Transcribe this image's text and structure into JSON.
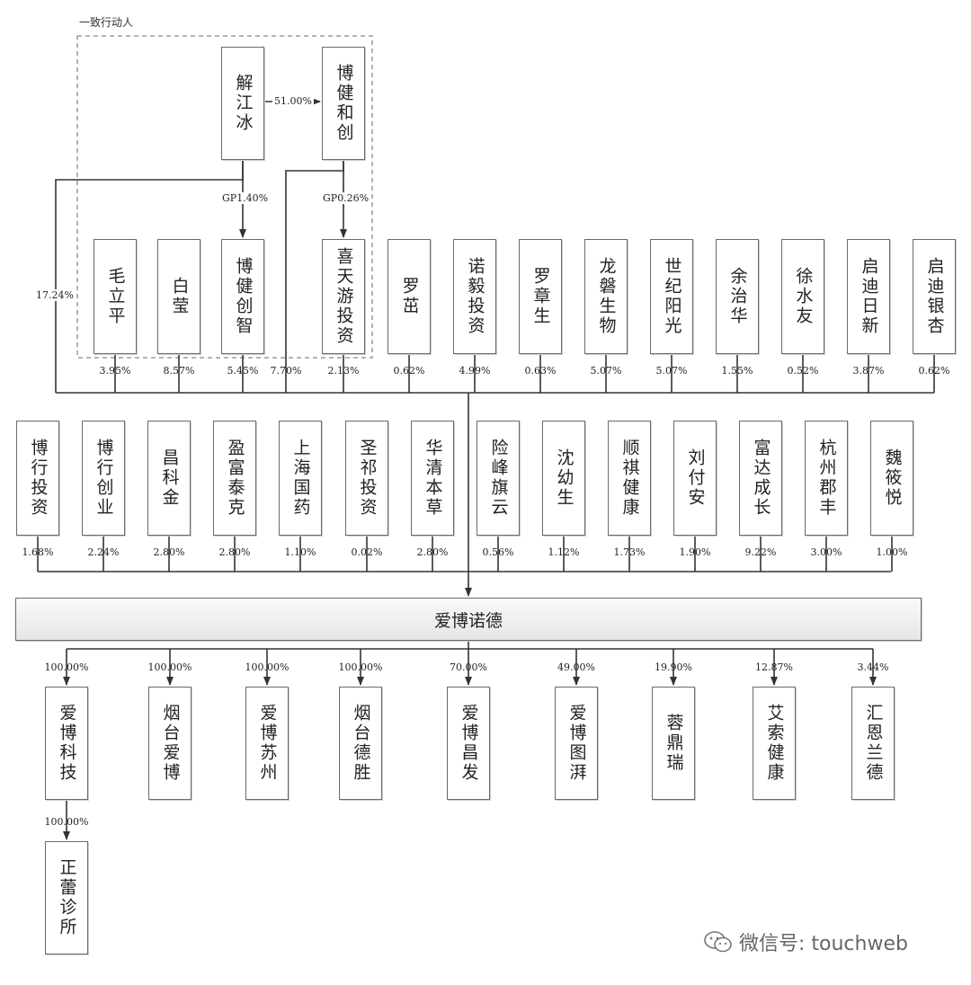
{
  "concert_label": "一致行动人",
  "main_company": "爱博诺德",
  "watermark": "微信号: touchweb",
  "top": {
    "xie": "解江冰",
    "bojian_hechuang": "博健和创",
    "xie_to_bojian": "51.00%",
    "gp_bojian_chuangzhi": "GP1.40%",
    "gp_xitian": "GP0.26%",
    "xie_direct": "17.24%",
    "bojian_hechuang_direct": "7.70%"
  },
  "row1": [
    {
      "name": "毛立平",
      "pct": "3.95%"
    },
    {
      "name": "白莹",
      "pct": "8.57%"
    },
    {
      "name": "博健创智",
      "pct": "5.45%"
    },
    {
      "name": "喜天游投资",
      "pct": "2.13%"
    },
    {
      "name": "罗茁",
      "pct": "0.62%"
    },
    {
      "name": "诺毅投资",
      "pct": "4.99%"
    },
    {
      "name": "罗章生",
      "pct": "0.63%"
    },
    {
      "name": "龙磐生物",
      "pct": "5.07%"
    },
    {
      "name": "世纪阳光",
      "pct": "5.07%"
    },
    {
      "name": "余治华",
      "pct": "1.55%"
    },
    {
      "name": "徐水友",
      "pct": "0.52%"
    },
    {
      "name": "启迪日新",
      "pct": "3.87%"
    },
    {
      "name": "启迪银杏",
      "pct": "0.62%"
    }
  ],
  "row2": [
    {
      "name": "博行投资",
      "pct": "1.68%"
    },
    {
      "name": "博行创业",
      "pct": "2.24%"
    },
    {
      "name": "昌科金",
      "pct": "2.80%"
    },
    {
      "name": "盈富泰克",
      "pct": "2.80%"
    },
    {
      "name": "上海国药",
      "pct": "1.10%"
    },
    {
      "name": "圣祁投资",
      "pct": "0.02%"
    },
    {
      "name": "华清本草",
      "pct": "2.80%"
    },
    {
      "name": "险峰旗云",
      "pct": "0.56%"
    },
    {
      "name": "沈幼生",
      "pct": "1.12%"
    },
    {
      "name": "顺祺健康",
      "pct": "1.73%"
    },
    {
      "name": "刘付安",
      "pct": "1.90%"
    },
    {
      "name": "富达成长",
      "pct": "9.22%"
    },
    {
      "name": "杭州郡丰",
      "pct": "3.00%"
    },
    {
      "name": "魏筱悦",
      "pct": "1.00%"
    }
  ],
  "subsidiaries": [
    {
      "name": "爱博科技",
      "pct": "100.00%"
    },
    {
      "name": "烟台爱博",
      "pct": "100.00%"
    },
    {
      "name": "爱博苏州",
      "pct": "100.00%"
    },
    {
      "name": "烟台德胜",
      "pct": "100.00%"
    },
    {
      "name": "爱博昌发",
      "pct": "70.00%"
    },
    {
      "name": "爱博图湃",
      "pct": "49.00%"
    },
    {
      "name": "蓉鼎瑞",
      "pct": "19.90%"
    },
    {
      "name": "艾索健康",
      "pct": "12.87%"
    },
    {
      "name": "汇恩兰德",
      "pct": "3.44%"
    }
  ],
  "sub_sub": {
    "name": "正蕾诊所",
    "pct": "100.00%"
  }
}
